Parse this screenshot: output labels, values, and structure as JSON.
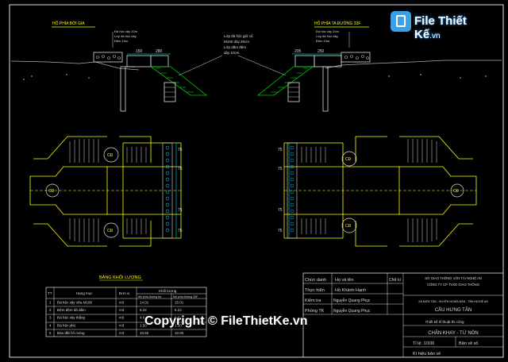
{
  "watermark": {
    "logo_text": "File Thiết Kế",
    "logo_ext": ".vn",
    "footer": "Copyright © FileThietKe.vn"
  },
  "section_left": {
    "title": "HỐ PHÍA BỜI GIA",
    "notes": [
      "Đá hộc xây 20m",
      "Lớp đá hộc dày",
      "Đệm 10m"
    ],
    "dims": [
      "150",
      "280"
    ]
  },
  "section_right": {
    "title": "HỐ PHÍA TA ĐƯỜNG 33F",
    "notes": [
      "Đá hộc xây 20m",
      "Lớp đá hộc dày",
      "Đệm 10m"
    ],
    "dims": [
      "205",
      "250"
    ]
  },
  "center_note": [
    "Lớp đá hộc giữ cố",
    "M100 dày 25cm",
    "Lớp dăm đệm",
    "dày 10cm"
  ],
  "plan_left": {
    "circle_labels": [
      "CĐ",
      "CĐ",
      "CĐ"
    ],
    "dims_right": [
      "75",
      "75",
      "75",
      "75"
    ]
  },
  "plan_right": {
    "circle_labels": [
      "CĐ",
      "CĐ",
      "CĐ"
    ],
    "dims_left": [
      "75",
      "75",
      "75",
      "75"
    ]
  },
  "quantity_table": {
    "title": "BẢNG KHỐI LƯỢNG",
    "headers": [
      "TT",
      "Hạng mục",
      "Đơn vị",
      "Khối lượng"
    ],
    "subheaders": [
      "Mố phía đường bờ",
      "Mố phía đường 33F"
    ],
    "rows": [
      [
        "1",
        "Đá hộc xây vữa M100",
        "m3",
        "14.01",
        "15.01"
      ],
      [
        "2",
        "Đệm đệm đá dăm",
        "m3",
        "5.22",
        "5.22"
      ],
      [
        "3",
        "Đá hộc xây thẳng",
        "m3",
        "4.0",
        "6.0"
      ],
      [
        "4",
        "Đá hộc phủ",
        "m3",
        "1.50",
        "1.50"
      ],
      [
        "5",
        "Đào đất hố móng",
        "m3",
        "10.55",
        "10.00"
      ]
    ]
  },
  "title_block": {
    "roles": [
      {
        "role": "Chức danh",
        "name": "Họ và tên",
        "sig": "Chữ kí"
      },
      {
        "role": "Thực hiện",
        "name": "Hồ Khánh Hạnh",
        "sig": ""
      },
      {
        "role": "Kiểm tra",
        "name": "Nguyễn Quang Phục",
        "sig": ""
      },
      {
        "role": "Phòng TK",
        "name": "Nguyễn Quang Phục",
        "sig": ""
      }
    ],
    "agency": "SỞ GIAO THÔNG VẬN TẢI NGHỆ AN",
    "company": "CÔNG TY CP TVXD GIAO THÔNG",
    "project": "XÂ ĐIỂN TÂN - HUYỆN NGHĨA ĐÀN - TỈNH NGHỆ AN",
    "bridge": "CẦU HƯNG TÂN",
    "design_stage": "Thiết kế kĩ thuật thi công",
    "drawing_title": "CHÂN KHAY - TỨ NÓN",
    "scale": "Tỉ lệ: 1/100",
    "sheet_no": "Bản vẽ số",
    "symbol": "Kí hiệu bản vẽ"
  }
}
